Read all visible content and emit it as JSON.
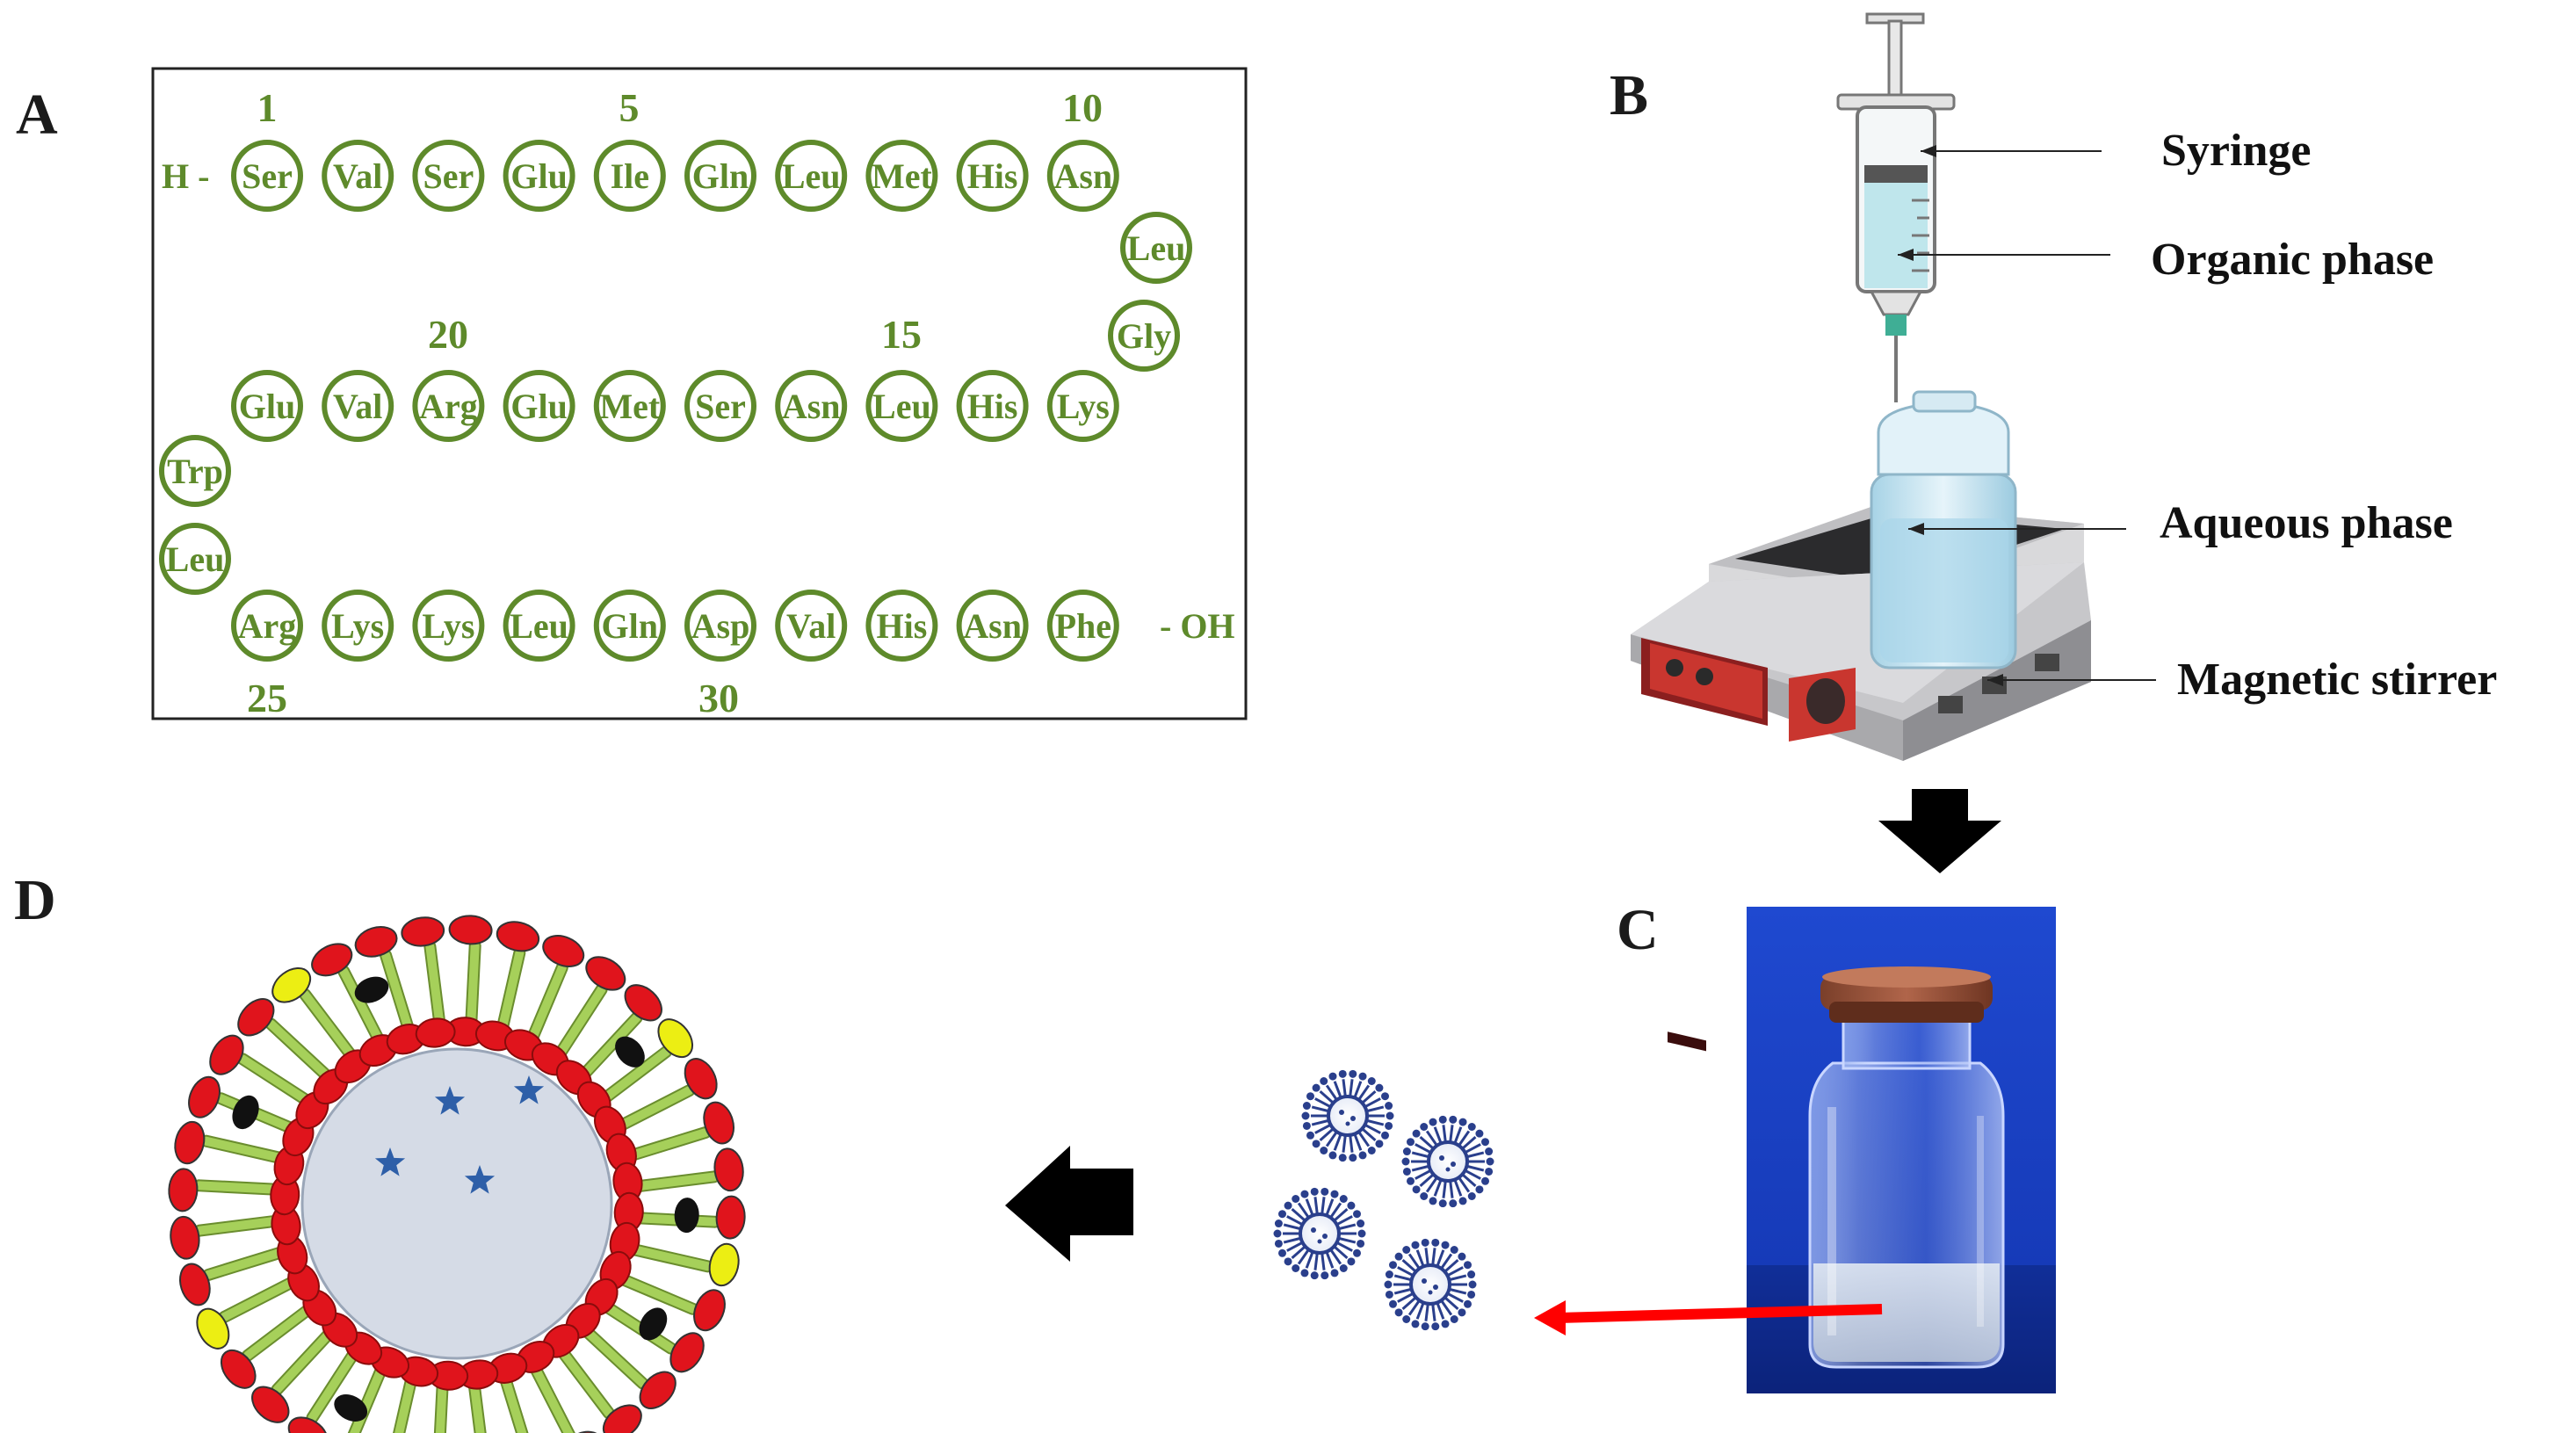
{
  "panels": {
    "a": "A",
    "b": "B",
    "c": "C",
    "d": "D"
  },
  "peptide": {
    "n_terminus": "H -",
    "c_terminus": "- OH",
    "residues": [
      "Ser",
      "Val",
      "Ser",
      "Glu",
      "Ile",
      "Gln",
      "Leu",
      "Met",
      "His",
      "Asn",
      "Leu",
      "Gly",
      "Lys",
      "His",
      "Leu",
      "Asn",
      "Ser",
      "Met",
      "Glu",
      "Arg",
      "Val",
      "Glu",
      "Trp",
      "Leu",
      "Arg",
      "Lys",
      "Lys",
      "Leu",
      "Gln",
      "Asp",
      "Val",
      "His",
      "Asn",
      "Phe"
    ],
    "position_labels": [
      "1",
      "5",
      "10",
      "15",
      "20",
      "25",
      "30"
    ]
  },
  "setup": {
    "syringe_label": "Syringe",
    "organic_label": "Organic phase",
    "aqueous_label": "Aqueous phase",
    "stirrer_label": "Magnetic stirrer"
  },
  "colors": {
    "peptide_green": "#5e8a2b",
    "lipid_head_red": "#e0141c",
    "lipid_head_yellow": "#ecee13",
    "lipid_tail_green": "#a6d05a",
    "core_fill": "#d5dbe6",
    "drug_star_blue": "#2e5fa8",
    "nano_blue": "#2a3f8c",
    "photo_background": "#1c44c8",
    "arrow_red": "#ff0000"
  }
}
